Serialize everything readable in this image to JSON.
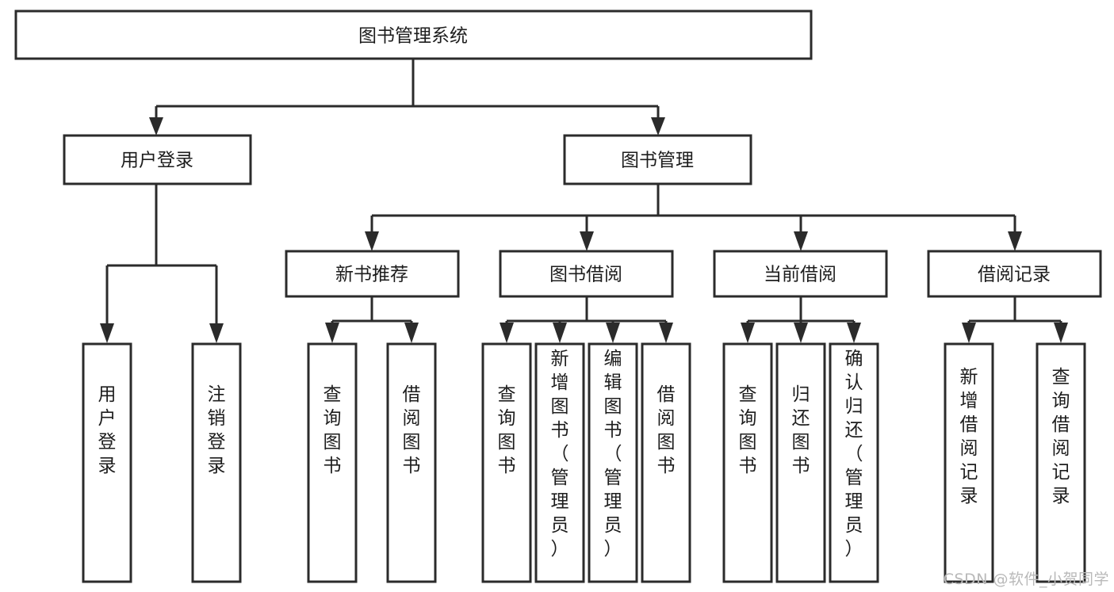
{
  "diagram": {
    "title": "图书管理系统",
    "type": "hierarchy-tree",
    "orientation": "top-down",
    "levels": 4,
    "root": {
      "id": "root",
      "label": "图书管理系统"
    },
    "level2": [
      {
        "id": "user-login",
        "label": "用户登录"
      },
      {
        "id": "book-manage",
        "label": "图书管理"
      }
    ],
    "level3": [
      {
        "id": "new-book-recommend",
        "label": "新书推荐",
        "parent": "book-manage"
      },
      {
        "id": "book-borrow",
        "label": "图书借阅",
        "parent": "book-manage"
      },
      {
        "id": "current-borrow",
        "label": "当前借阅",
        "parent": "book-manage"
      },
      {
        "id": "borrow-record",
        "label": "借阅记录",
        "parent": "book-manage"
      }
    ],
    "leaves": {
      "user-login": [
        {
          "id": "leaf-user-login",
          "label": "用户登录"
        },
        {
          "id": "leaf-user-logout",
          "label": "注销登录"
        }
      ],
      "new-book-recommend": [
        {
          "id": "leaf-query-book-1",
          "label": "查询图书"
        },
        {
          "id": "leaf-borrow-book-1",
          "label": "借阅图书"
        }
      ],
      "book-borrow": [
        {
          "id": "leaf-query-book-2",
          "label": "查询图书"
        },
        {
          "id": "leaf-add-book",
          "label": "新增图书（管理员）"
        },
        {
          "id": "leaf-edit-book",
          "label": "编辑图书（管理员）"
        },
        {
          "id": "leaf-borrow-book-2",
          "label": "借阅图书"
        }
      ],
      "current-borrow": [
        {
          "id": "leaf-query-book-3",
          "label": "查询图书"
        },
        {
          "id": "leaf-return-book",
          "label": "归还图书"
        },
        {
          "id": "leaf-confirm-return",
          "label": "确认归还（管理员）"
        }
      ],
      "borrow-record": [
        {
          "id": "leaf-add-record",
          "label": "新增借阅记录"
        },
        {
          "id": "leaf-query-record",
          "label": "查询借阅记录"
        }
      ]
    }
  },
  "watermark": {
    "text": "CSDN @软件_小贺同学"
  },
  "colors": {
    "background": "#ffffff",
    "box_fill": "#ffffff",
    "box_stroke": "#2b2b2b",
    "text": "#1d1d1d",
    "watermark": "#b9b9b9"
  }
}
